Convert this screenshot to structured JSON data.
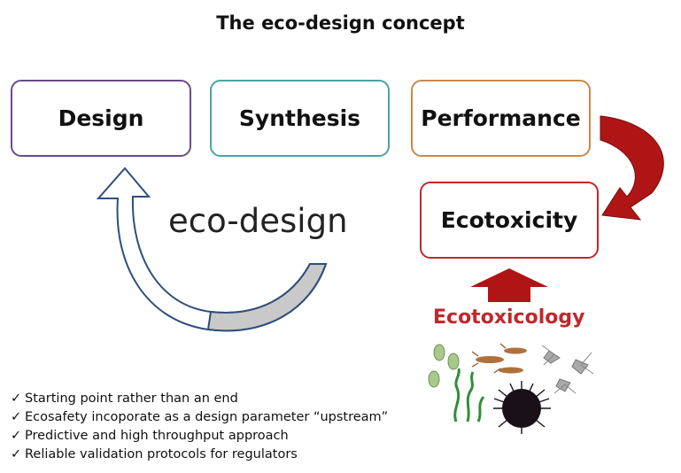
{
  "title": "The eco-design concept",
  "boxes": {
    "design": "Design",
    "synthesis": "Synthesis",
    "performance": "Performance",
    "ecotoxicity": "Ecotoxicity"
  },
  "cycle_label": "eco-design",
  "ecotoxicology_label": "Ecotoxicology",
  "bullets": [
    "Starting point rather than an end",
    "Ecosafety incoporate as a design parameter “upstream”",
    "Predictive and high throughput approach",
    "Reliable validation protocols for regulators"
  ],
  "check_glyph": "✓",
  "colors": {
    "design_border": "#6a4c8c",
    "synthesis_border": "#4aa3a6",
    "performance_border": "#c98a4a",
    "ecotox_border": "#c0282b",
    "red_arrow": "#b01515",
    "cycle_arrow_stroke": "#2e4f7a",
    "cycle_arrow_fill": "#c9c9c9"
  },
  "icons": [
    "curved-red-arrow-icon",
    "cycle-arrow-icon",
    "up-arrow-icon",
    "organisms-illustration"
  ]
}
